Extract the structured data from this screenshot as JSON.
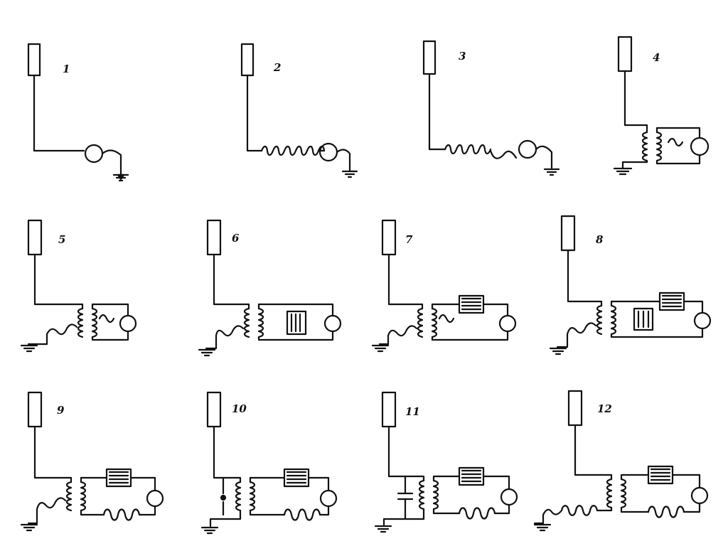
{
  "caption": {
    "line1": "",
    "line2": ""
  },
  "figures": [
    {
      "number": "1"
    },
    {
      "number": "2"
    },
    {
      "number": "3"
    },
    {
      "number": "4"
    },
    {
      "number": "5"
    },
    {
      "number": "6"
    },
    {
      "number": "7"
    },
    {
      "number": "8"
    },
    {
      "number": "9"
    },
    {
      "number": "10"
    },
    {
      "number": "11"
    },
    {
      "number": "12"
    }
  ]
}
